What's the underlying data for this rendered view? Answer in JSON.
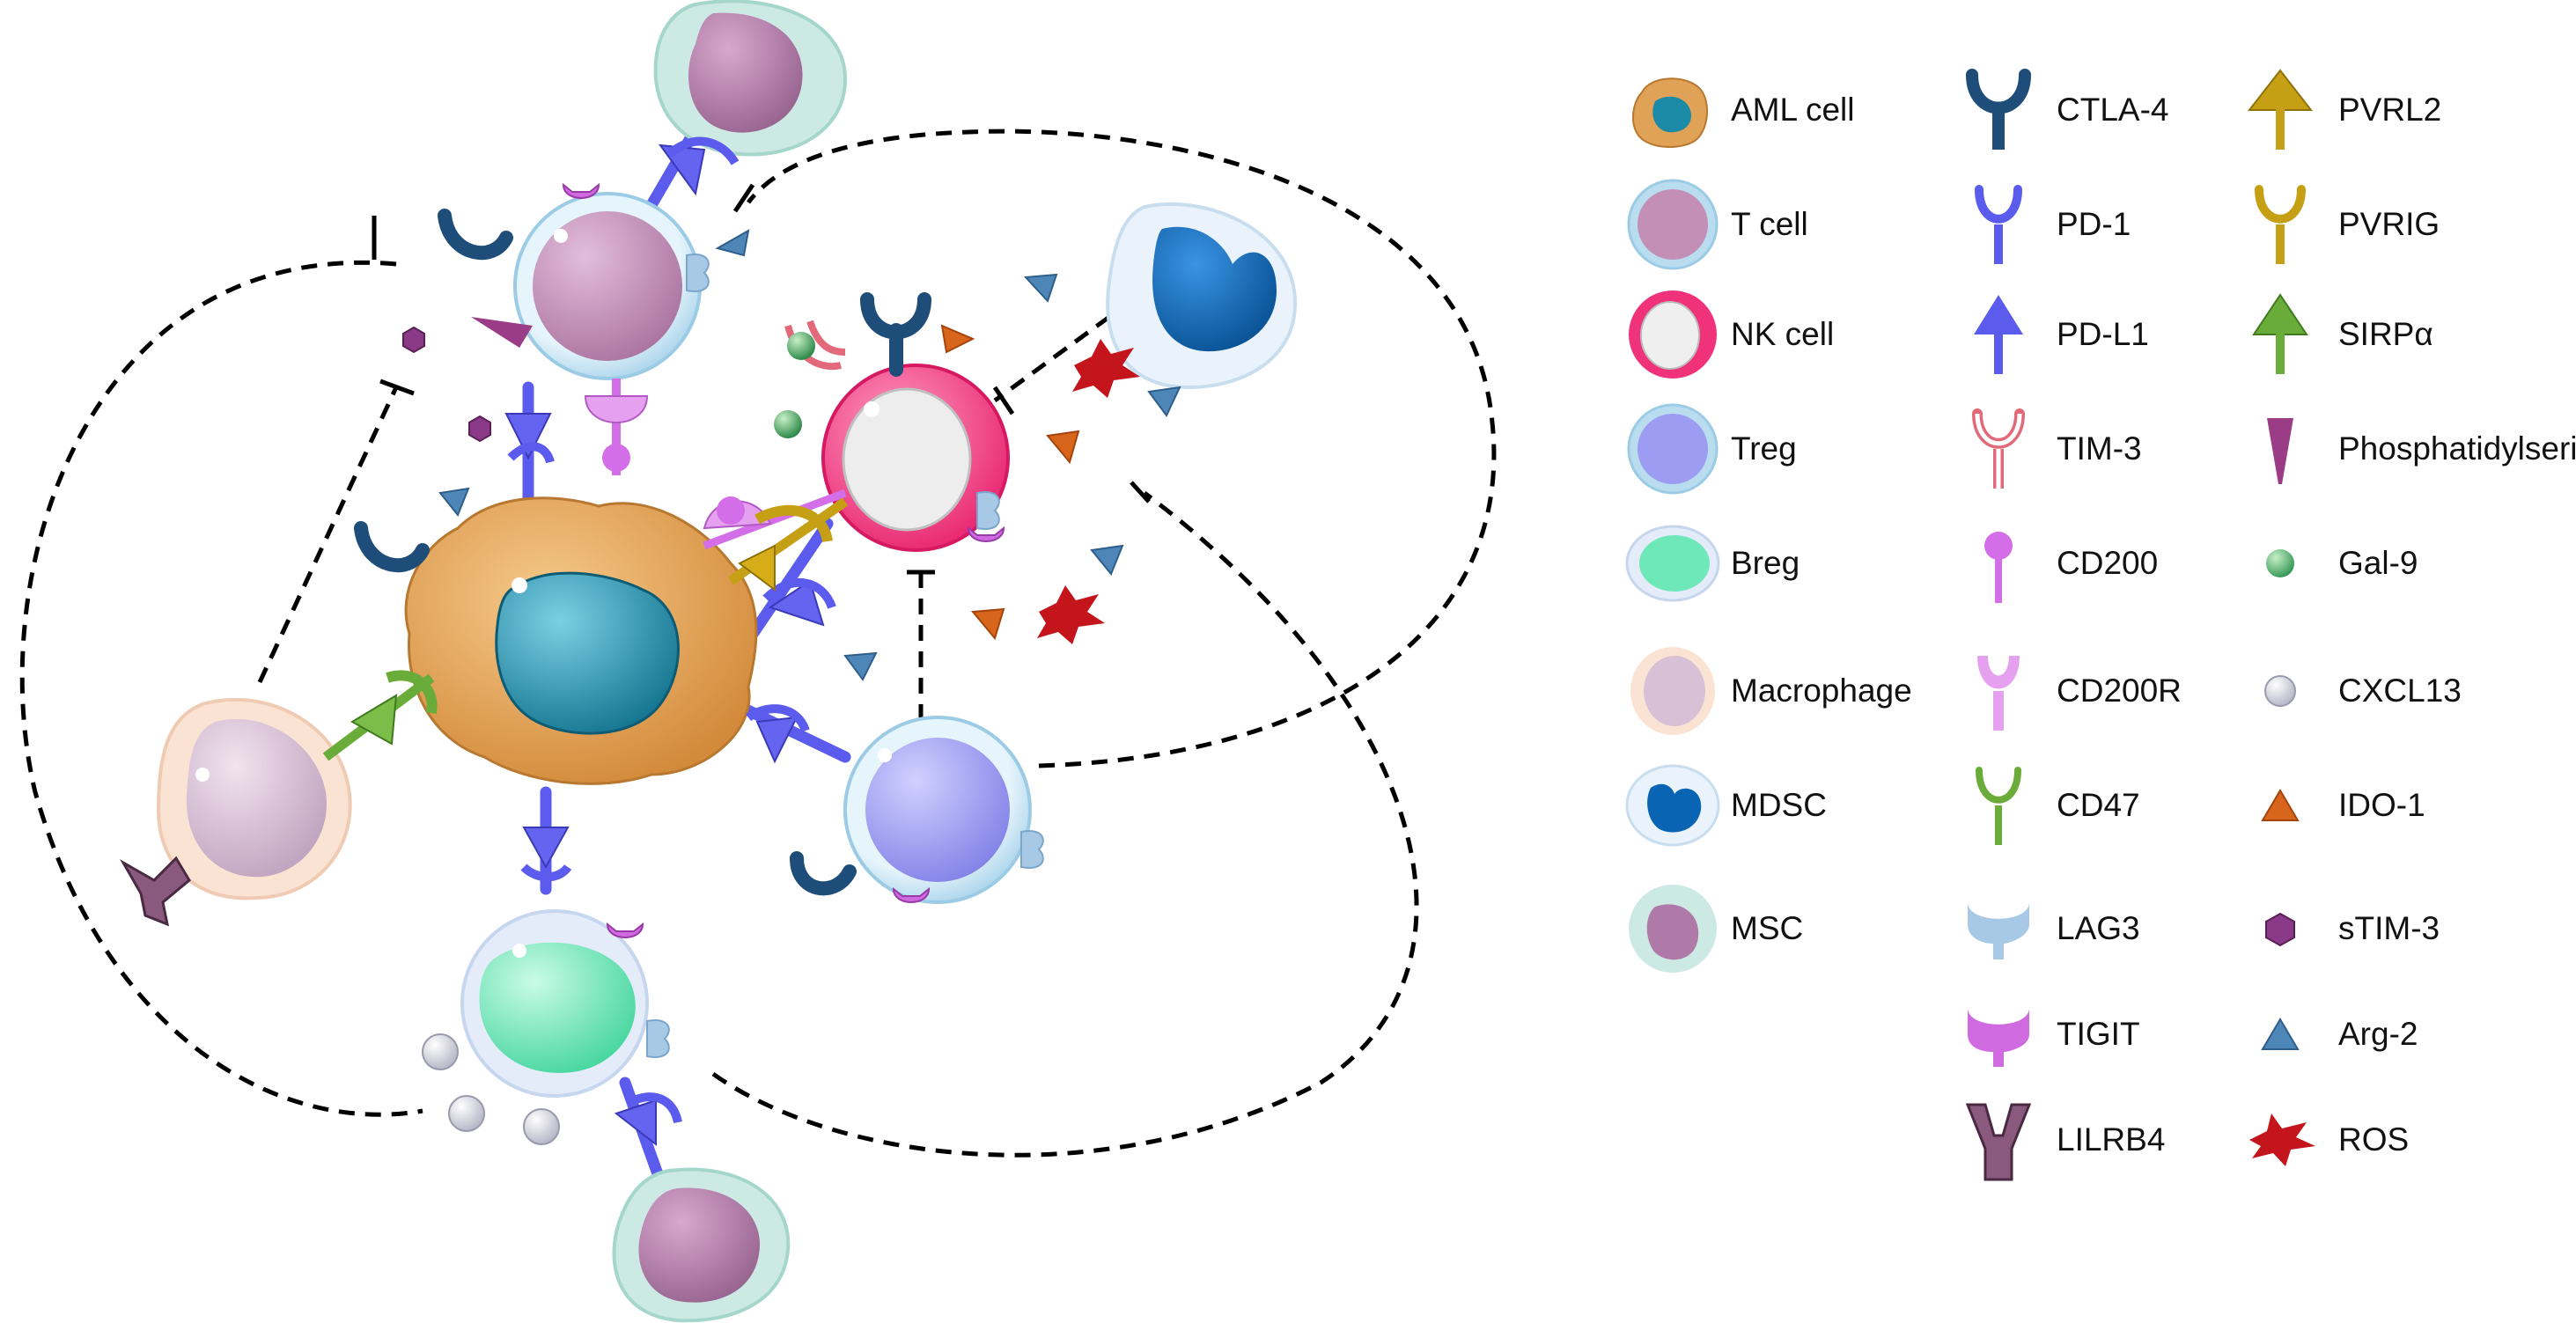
{
  "legend": {
    "cells": [
      {
        "key": "aml",
        "label": "AML cell"
      },
      {
        "key": "tcell",
        "label": "T cell"
      },
      {
        "key": "nk",
        "label": "NK cell"
      },
      {
        "key": "treg",
        "label": "Treg"
      },
      {
        "key": "breg",
        "label": "Breg"
      },
      {
        "key": "macrophage",
        "label": "Macrophage"
      },
      {
        "key": "mdsc",
        "label": "MDSC"
      },
      {
        "key": "msc",
        "label": "MSC"
      }
    ],
    "receptors": [
      {
        "key": "ctla4",
        "label": "CTLA-4"
      },
      {
        "key": "pd1",
        "label": "PD-1"
      },
      {
        "key": "pdl1",
        "label": "PD-L1"
      },
      {
        "key": "tim3",
        "label": "TIM-3"
      },
      {
        "key": "cd200",
        "label": "CD200"
      },
      {
        "key": "cd200r",
        "label": "CD200R"
      },
      {
        "key": "cd47",
        "label": "CD47"
      },
      {
        "key": "lag3",
        "label": "LAG3"
      },
      {
        "key": "tigit",
        "label": "TIGIT"
      },
      {
        "key": "lilrb4",
        "label": "LILRB4"
      }
    ],
    "factors": [
      {
        "key": "pvrl2",
        "label": "PVRL2"
      },
      {
        "key": "pvrig",
        "label": "PVRIG"
      },
      {
        "key": "sirpa",
        "label": "SIRPα"
      },
      {
        "key": "phosphatidylserine",
        "label": "Phosphatidylserine"
      },
      {
        "key": "gal9",
        "label": "Gal-9"
      },
      {
        "key": "cxcl13",
        "label": "CXCL13"
      },
      {
        "key": "ido1",
        "label": "IDO-1"
      },
      {
        "key": "stim3",
        "label": "sTIM-3"
      },
      {
        "key": "arg2",
        "label": "Arg-2"
      },
      {
        "key": "ros",
        "label": "ROS"
      }
    ]
  },
  "colors": {
    "aml_body": "#e0a257",
    "aml_nucleus": "#1a8aa6",
    "tcell_body": "#c48fb6",
    "tcell_rim": "#b9dcef",
    "nk_rim": "#f0327a",
    "nk_core": "#efefef",
    "treg_body": "#9c9cf2",
    "breg_body": "#6ee8b8",
    "macrophage_body": "#d8c0d6",
    "macrophage_rim": "#fbe3d3",
    "mdsc_body": "#0a64b4",
    "msc_body": "#b07aa8",
    "msc_rim": "#cde9e3",
    "ctla4": "#1e4d7a",
    "pd1": "#5b5bee",
    "tim3": "#e2697a",
    "cd200": "#d46ee8",
    "cd47": "#6aac3a",
    "lag3": "#a8c9e6",
    "tigit": "#d06ae0",
    "lilrb4": "#8a5a7e",
    "pvrl2": "#c6a014",
    "phosphatidylserine": "#9a3d86",
    "gal9": "#3a9a5a",
    "cxcl13": "#d8d8e4",
    "ido1": "#d8651c",
    "stim3": "#8a3a86",
    "arg2": "#4f86b8",
    "ros": "#c4141c",
    "dashed_line": "#000000"
  }
}
